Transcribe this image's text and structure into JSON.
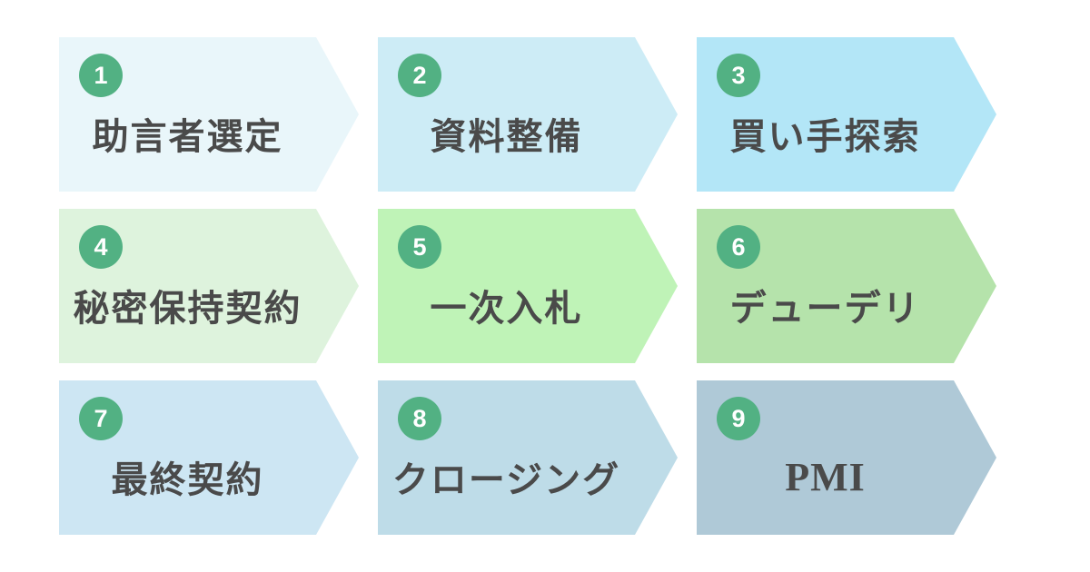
{
  "diagram": {
    "type": "process-flow",
    "rows": 3,
    "columns": 3
  },
  "colors": {
    "background": "#ffffff",
    "badge": "#52b183",
    "badge_text": "#ffffff",
    "label_text": "#4a4a4a"
  },
  "steps": [
    {
      "number": "1",
      "label": "助言者選定",
      "color": "#e9f6fa"
    },
    {
      "number": "2",
      "label": "資料整備",
      "color": "#cdecf6"
    },
    {
      "number": "3",
      "label": "買い手探索",
      "color": "#b3e6f7"
    },
    {
      "number": "4",
      "label": "秘密保持契約",
      "color": "#def3dd"
    },
    {
      "number": "5",
      "label": "一次入札",
      "color": "#bff3b7"
    },
    {
      "number": "6",
      "label": "デューデリ",
      "color": "#b5e3ab"
    },
    {
      "number": "7",
      "label": "最終契約",
      "color": "#cde6f3"
    },
    {
      "number": "8",
      "label": "クロージング",
      "color": "#bedce8"
    },
    {
      "number": "9",
      "label": "PMI",
      "color": "#afc9d7"
    }
  ]
}
